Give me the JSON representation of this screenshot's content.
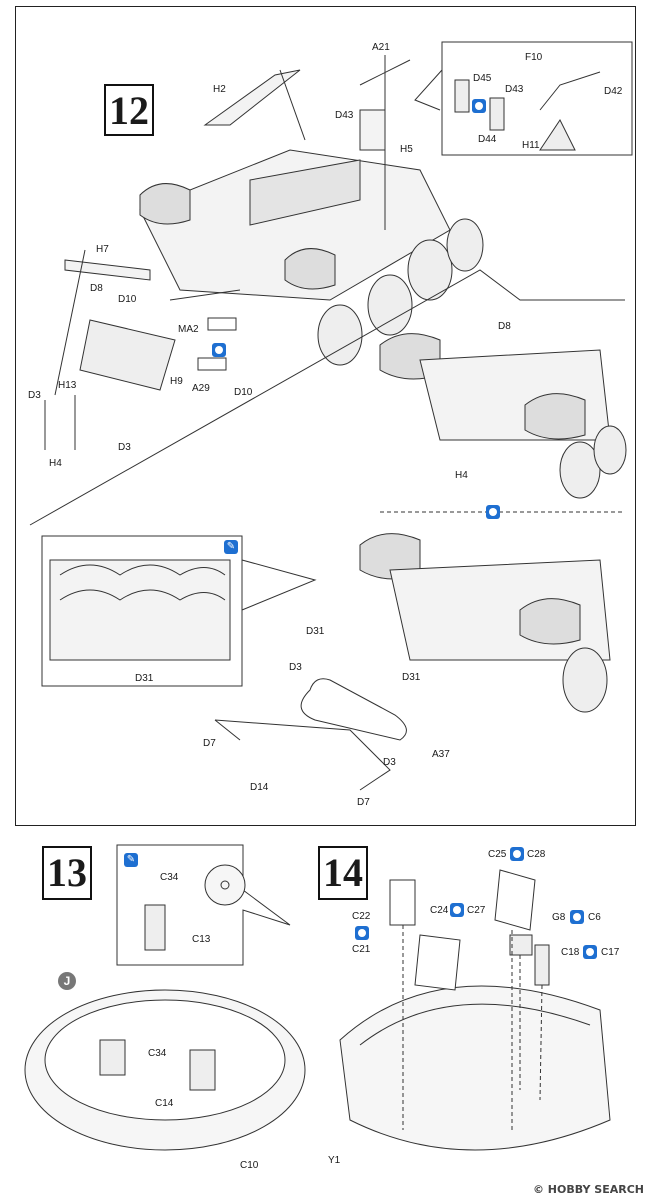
{
  "steps": {
    "s12": "12",
    "s13": "13",
    "s14": "14"
  },
  "step12": {
    "labels": {
      "a21": "A21",
      "h2": "H2",
      "d43_main": "D43",
      "h5": "H5",
      "h7": "H7",
      "d8": "D8",
      "d10_top": "D10",
      "ma2": "MA2",
      "a29": "A29",
      "d10_bot": "D10",
      "h9": "H9",
      "d3_left": "D3",
      "h13": "H13",
      "d3_low": "D3",
      "h4": "H4",
      "d45": "D45",
      "d44": "D44",
      "d43_inset": "D43",
      "f10": "F10",
      "d42": "D42",
      "h11": "H11",
      "d8_right": "D8",
      "h4_right": "H4",
      "d31_inset": "D31",
      "d31_a": "D31",
      "d31_b": "D31",
      "d3_mid": "D3",
      "a37": "A37",
      "d7_a": "D7",
      "d14": "D14",
      "d3_r": "D3",
      "d7_b": "D7"
    }
  },
  "step13": {
    "labels": {
      "c34": "C34",
      "c13": "C13",
      "c34_hull": "C34",
      "c14": "C14",
      "c10": "C10",
      "j": "J"
    }
  },
  "step14": {
    "labels": {
      "c25": "C25",
      "c28": "C28",
      "c22": "C22",
      "c21": "C21",
      "c24": "C24",
      "c27": "C27",
      "g8": "G8",
      "c6": "C6",
      "c18": "C18",
      "c17": "C17",
      "y1": "Y1"
    }
  },
  "watermark": "© HOBBY SEARCH",
  "icons": {
    "option_icon": "option-blue-circle-icon",
    "cement_icon": "cement-brush-icon"
  }
}
